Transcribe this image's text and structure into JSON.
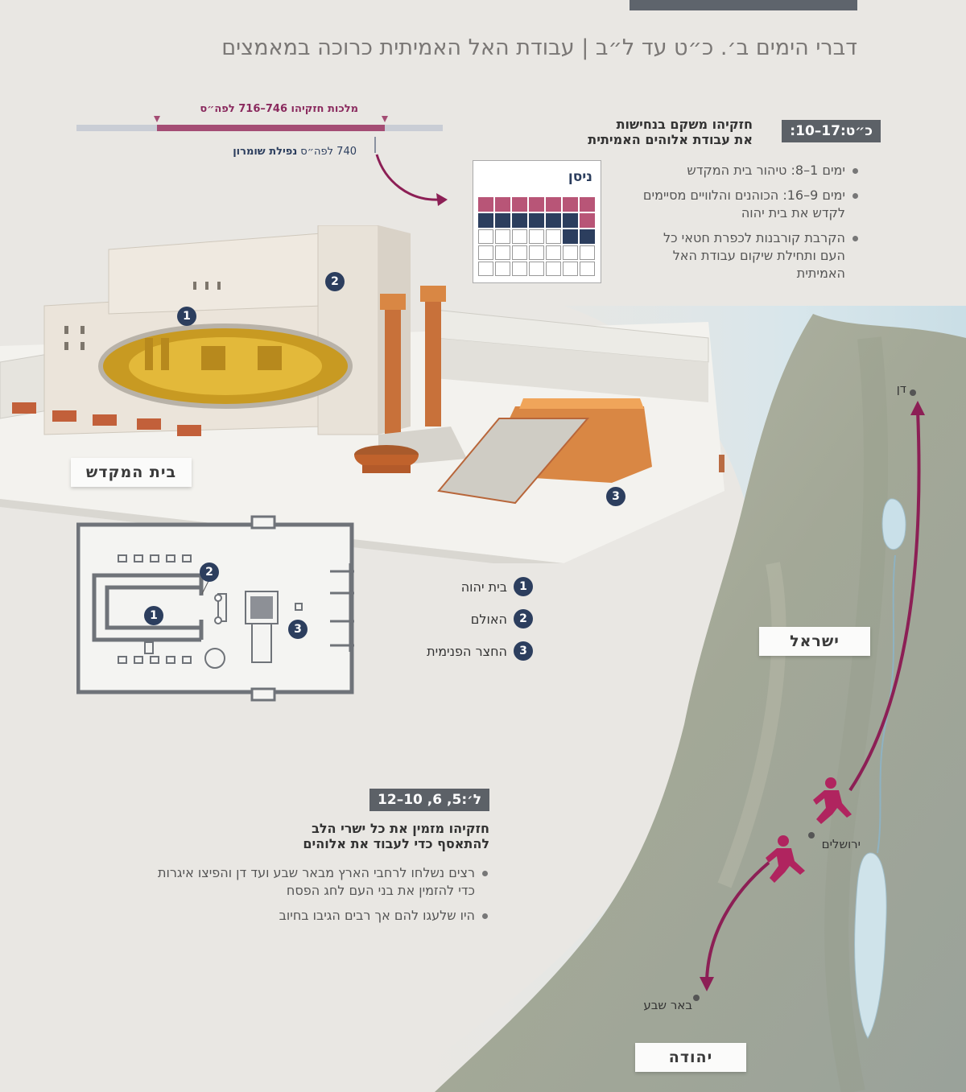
{
  "page": {
    "title": "דברי הימים ב׳. כ״ט עד ל״ב | עבודת האל האמיתית כרוכה במאמצים"
  },
  "timeline": {
    "reign_label": "מלכות חזקיהו 746–716 לפה״ס",
    "event_year": "740 לפה״ס",
    "event_name": "נפילת שומרון"
  },
  "section1": {
    "ref": "כ״ט:17–10:",
    "heading_line1": "חזקיהו משקם בנחישות",
    "heading_line2": "את עבודת אלוהים האמיתית",
    "bullets": [
      "ימים 1–8: טיהור בית המקדש",
      "ימים 9–16: הכוהנים והלוויים מסיימים לקדש את בית יהוה",
      "הקרבת קורבנות לכפרת חטאי כל העם ותחילת שיקום עבודת האל האמיתית"
    ]
  },
  "calendar": {
    "month": "ניסן",
    "colors": {
      "pink": "#b85577",
      "navy": "#2c3e5e",
      "empty": "#ffffff"
    },
    "rows": [
      [
        "pink",
        "pink",
        "pink",
        "pink",
        "pink",
        "pink",
        "pink"
      ],
      [
        "navy",
        "navy",
        "navy",
        "navy",
        "navy",
        "navy",
        "pink"
      ],
      [
        "empty",
        "empty",
        "empty",
        "empty",
        "empty",
        "navy",
        "navy"
      ],
      [
        "empty",
        "empty",
        "empty",
        "empty",
        "empty",
        "empty",
        "empty"
      ],
      [
        "empty",
        "empty",
        "empty",
        "empty",
        "empty",
        "empty",
        "empty"
      ]
    ]
  },
  "temple": {
    "label": "בית המקדש",
    "badges": [
      "1",
      "2",
      "3"
    ]
  },
  "legend": [
    {
      "num": "1",
      "label": "בית יהוה"
    },
    {
      "num": "2",
      "label": "האולם"
    },
    {
      "num": "3",
      "label": "החצר הפנימית"
    }
  ],
  "section2": {
    "ref": "ל׳:5, 6, 10–12",
    "heading_line1": "חזקיהו מזמין את כל ישרי הלב",
    "heading_line2": "להתאסף כדי לעבוד את אלוהים",
    "bullets": [
      "רצים נשלחו לרחבי הארץ מבאר שבע ועד דן והפיצו איגרות כדי להזמין את בני העם לחג הפסח",
      "היו שלעגו להם אך רבים הגיבו בחיוב"
    ]
  },
  "map": {
    "region_north": "ישראל",
    "region_south": "יהודה",
    "city_dan": "דן",
    "city_jerusalem": "ירושלים",
    "city_beersheba": "באר שבע",
    "colors": {
      "land": "#a8ad9a",
      "sea": "#cfe3ea",
      "route": "#8c1f55"
    }
  }
}
